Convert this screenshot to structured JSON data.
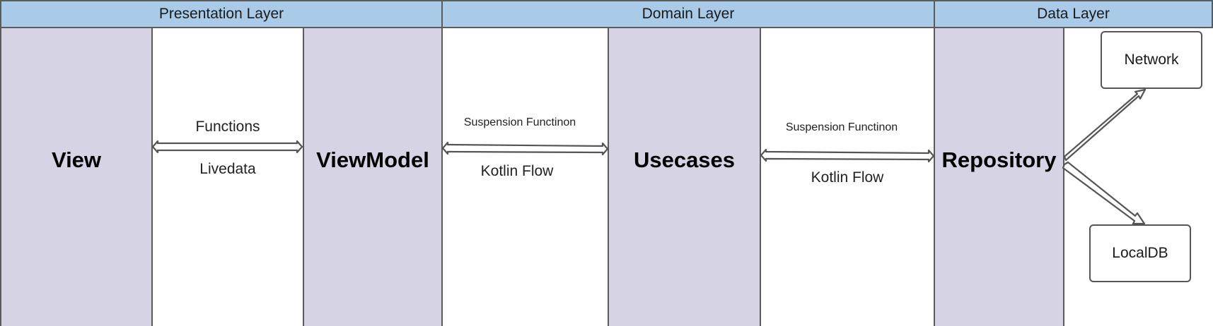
{
  "layers": {
    "presentation": "Presentation Layer",
    "domain": "Domain Layer",
    "data": "Data Layer"
  },
  "components": {
    "view": "View",
    "viewmodel": "ViewModel",
    "usecases": "Usecases",
    "repository": "Repository",
    "network": "Network",
    "localdb": "LocalDB"
  },
  "connections": {
    "view_vm_top": "Functions",
    "view_vm_bottom": "Livedata",
    "vm_uc_top": "Suspension Functinon",
    "vm_uc_bottom": "Kotlin Flow",
    "uc_repo_top": "Suspension Functinon",
    "uc_repo_bottom": "Kotlin Flow"
  },
  "colors": {
    "layer_header": "#a9cbe8",
    "component_fill": "#d5d3e4",
    "border": "#5b5b5b"
  }
}
